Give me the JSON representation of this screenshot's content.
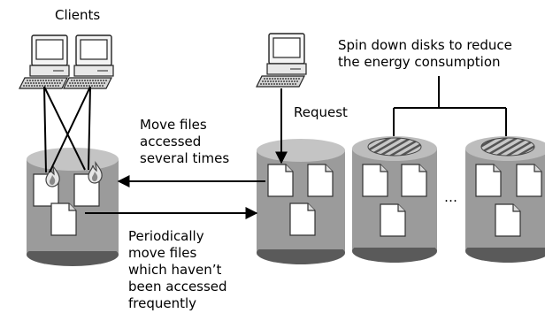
{
  "labels": {
    "clients": "Clients",
    "request": "Request",
    "spin_down": "Spin down disks to reduce\nthe energy consumption",
    "move_hot": "Move files\naccessed\nseveral times",
    "move_cold": "Periodically\nmove files\nwhich haven’t\nbeen accessed\nfrequently",
    "ellipsis": "…"
  },
  "colors": {
    "disk_body": "#9b9b9b",
    "disk_top": "#c4c4c4",
    "disk_dark": "#5a5a5a",
    "file_fill": "#ffffff",
    "file_fold": "#d9d9d9",
    "line": "#000000"
  },
  "icons": [
    "computer-icon",
    "file-icon",
    "flame-icon",
    "disk-icon",
    "striped-disk-icon"
  ]
}
